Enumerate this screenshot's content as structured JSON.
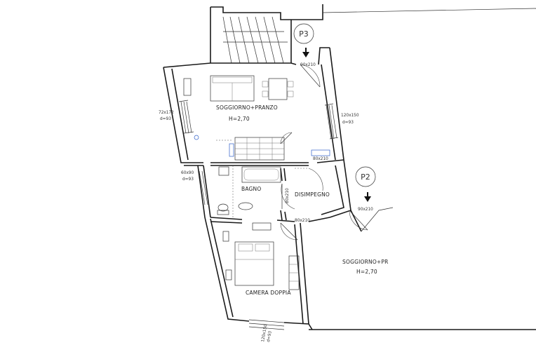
{
  "rooms": {
    "living": "SOGGIORNO+PRANZO",
    "living_height": "H=2,70",
    "bath": "BAGNO",
    "hall": "DISIMPEGNO",
    "bedroom": "CAMERA DOPPIA",
    "neighbour": "SOGGIORNO+PR",
    "neighbour_height": "H=2,70"
  },
  "markers": {
    "p3": "P3",
    "p2": "P2"
  },
  "openings": {
    "entry_door": "90x210",
    "window_left_1": "72x172",
    "window_left_1_sill": "d=93",
    "window_right_1": "120x150",
    "window_right_1_sill": "d=93",
    "hall_door": "80x210",
    "window_bath": "60x90",
    "window_bath_sill": "d=93",
    "bath_door": "80x210",
    "bedroom_door": "80x210",
    "p2_door": "90x210",
    "window_bottom": "120x150",
    "window_bottom_sill": "d=93"
  }
}
